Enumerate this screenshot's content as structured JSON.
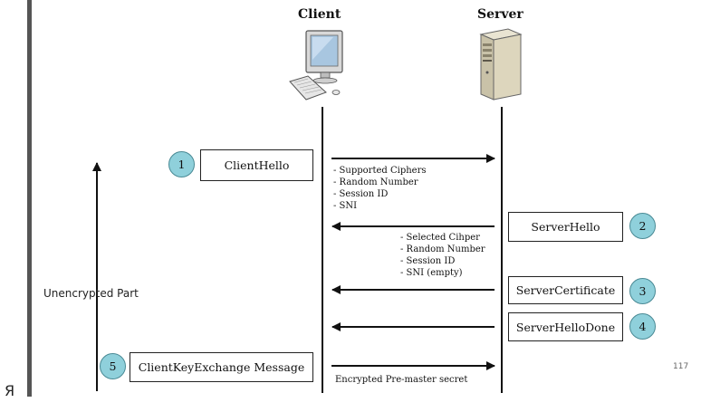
{
  "slide_number": "117",
  "stray_glyph": "Я",
  "actors": {
    "client": "Client",
    "server": "Server"
  },
  "side_label": "Unencrypted Part",
  "steps": [
    {
      "number": "1",
      "message": "ClientHello"
    },
    {
      "number": "2",
      "message": "ServerHello"
    },
    {
      "number": "3",
      "message": "ServerCertificate"
    },
    {
      "number": "4",
      "message": "ServerHelloDone"
    },
    {
      "number": "5",
      "message": "ClientKeyExchange Message"
    }
  ],
  "client_hello_notes": [
    "- Supported Ciphers",
    "- Random Number",
    "- Session ID",
    "- SNI"
  ],
  "server_hello_notes": [
    "- Selected Cihper",
    "- Random Number",
    "- Session ID",
    "- SNI (empty)"
  ],
  "key_exchange_note": "Encrypted Pre-master secret",
  "icons": {
    "client": "desktop-computer-icon",
    "server": "server-tower-icon"
  }
}
